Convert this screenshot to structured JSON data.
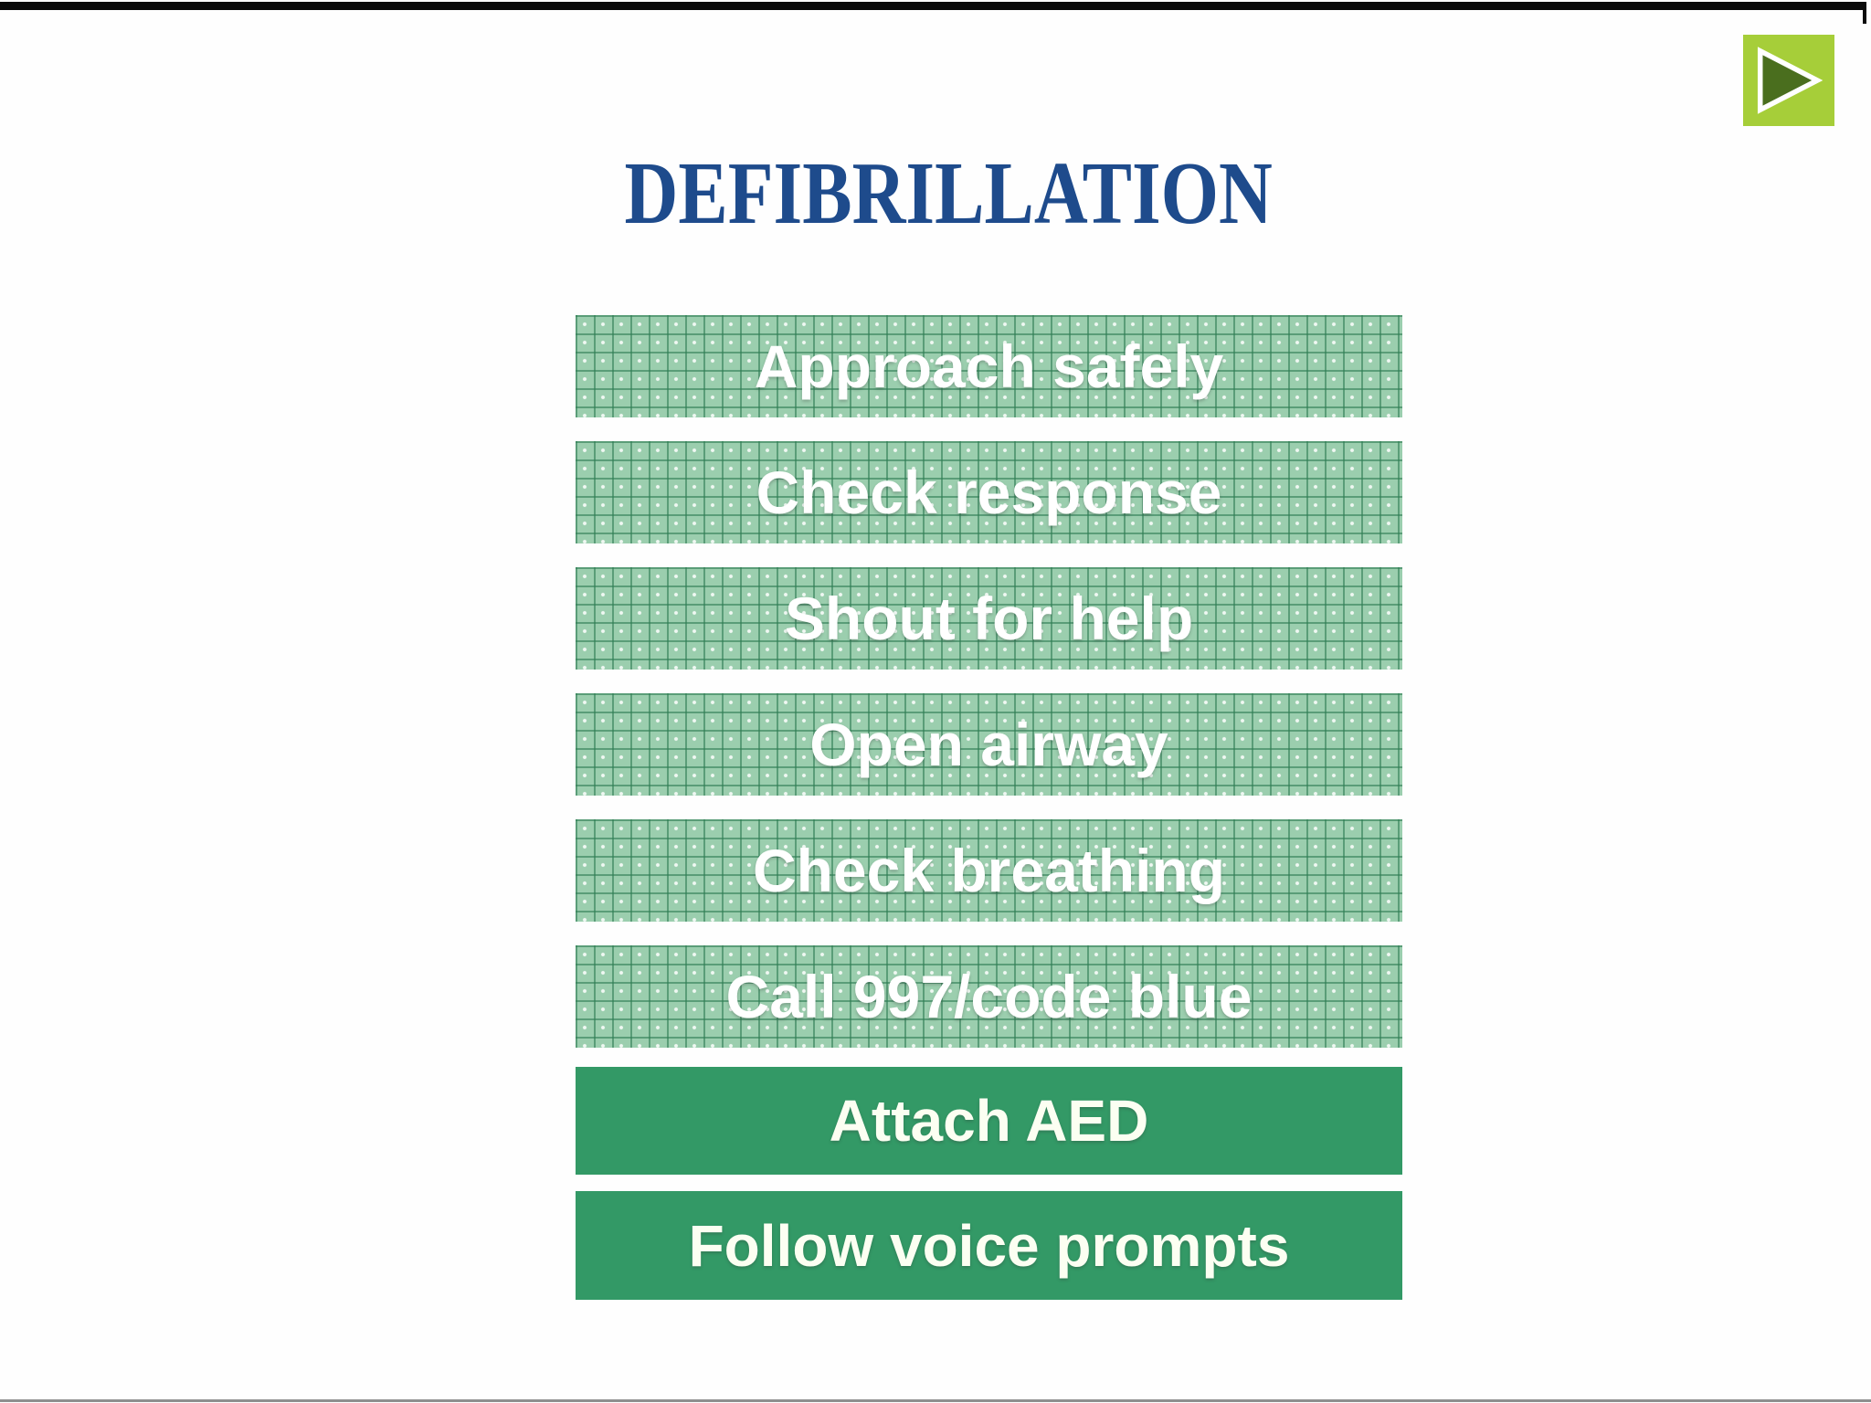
{
  "window": {
    "top_bar_color": "#0b0b0b",
    "bottom_line_color": "#8f8f8f",
    "background": "#fefefe"
  },
  "nav": {
    "next_button": {
      "icon": "play-icon",
      "background": "#a6ce39",
      "arrow_color": "#4a6e1e",
      "arrow_outline": "#ffffff"
    }
  },
  "slide": {
    "title": "DEFIBRILLATION",
    "title_color": "#1e4b8c",
    "steps": [
      {
        "label": "Approach safely",
        "variant": "patterned"
      },
      {
        "label": "Check response",
        "variant": "patterned"
      },
      {
        "label": "Shout for help",
        "variant": "patterned"
      },
      {
        "label": "Open airway",
        "variant": "patterned"
      },
      {
        "label": "Check breathing",
        "variant": "patterned"
      },
      {
        "label": "Call 997/code blue",
        "variant": "patterned"
      },
      {
        "label": "Attach AED",
        "variant": "solid"
      },
      {
        "label": "Follow voice prompts",
        "variant": "solid"
      }
    ],
    "colors": {
      "pattern_base_green": "#9bceae",
      "pattern_grid_green": "#2e7d54",
      "solid_green": "#339966",
      "step_text_white": "#ffffff"
    }
  }
}
